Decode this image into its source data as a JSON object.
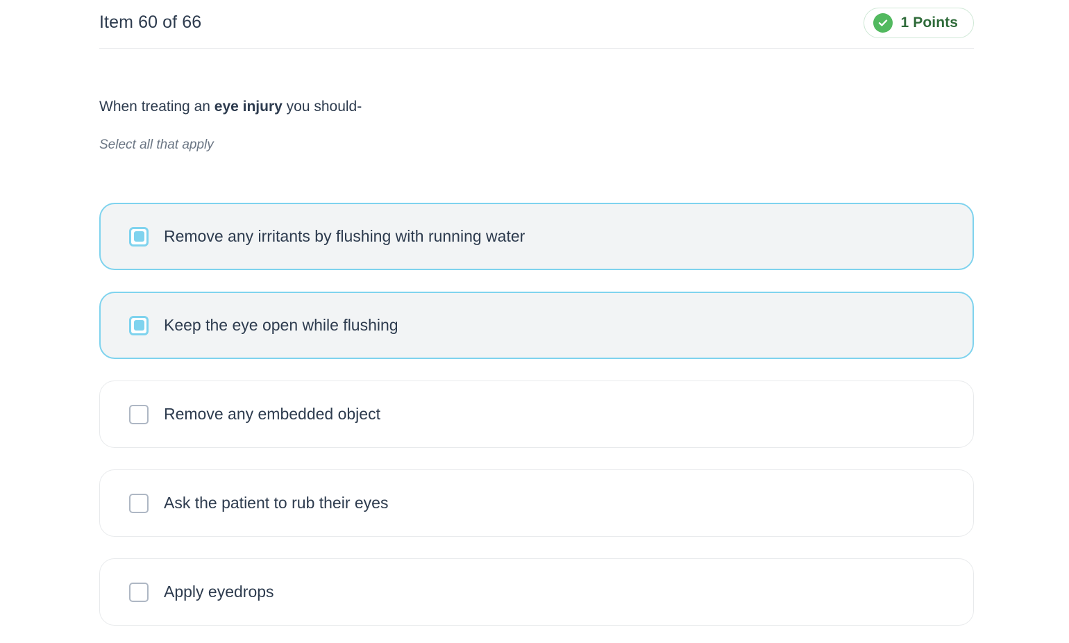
{
  "header": {
    "item_counter": "Item 60 of 66",
    "points_badge": {
      "label": "1 Points",
      "icon": "check-circle-icon",
      "icon_color": "#52b95f",
      "text_color": "#2f6b3a",
      "border_color": "#cfe8d6"
    }
  },
  "question": {
    "prefix": "When treating an ",
    "emphasis": "eye injury",
    "suffix": " you should-",
    "hint": "Select all that apply"
  },
  "options": [
    {
      "label": "Remove any irritants by flushing with running water",
      "selected": true
    },
    {
      "label": "Keep the eye open while flushing",
      "selected": true
    },
    {
      "label": "Remove any embedded object",
      "selected": false
    },
    {
      "label": "Ask the patient to rub their eyes",
      "selected": false
    },
    {
      "label": "Apply eyedrops",
      "selected": false
    }
  ],
  "colors": {
    "accent_selected": "#7fd3ee",
    "selected_row_bg": "#f2f4f5",
    "row_border": "#e8eaec",
    "text": "#2d3b4e",
    "hint_text": "#6b7684",
    "divider": "#e6e8ea"
  }
}
